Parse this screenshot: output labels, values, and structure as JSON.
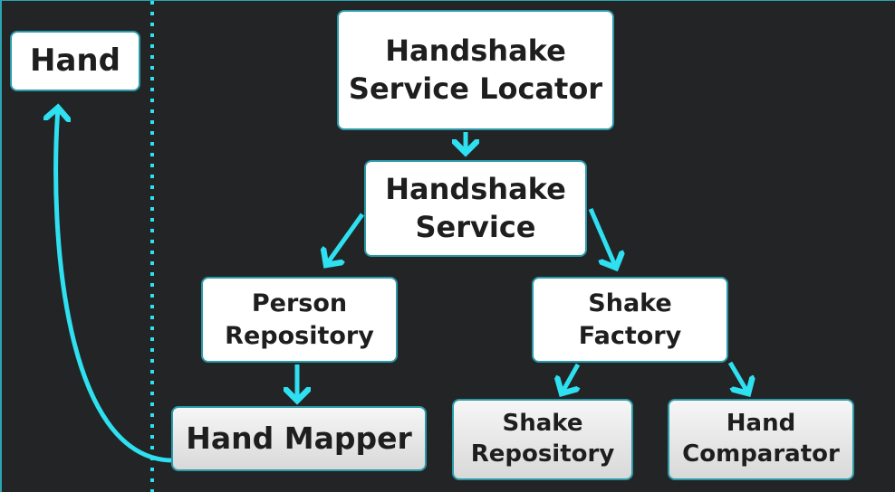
{
  "nodes": {
    "hand": "Hand",
    "locator": [
      "Handshake",
      "Service Locator"
    ],
    "service": [
      "Handshake",
      "Service"
    ],
    "person_repo": [
      "Person",
      "Repository"
    ],
    "shake_factory": [
      "Shake",
      "Factory"
    ],
    "hand_mapper": "Hand Mapper",
    "shake_repo": [
      "Shake",
      "Repository"
    ],
    "hand_comparator": [
      "Hand",
      "Comparator"
    ]
  },
  "colors": {
    "accent": "#2ee0f0",
    "background": "#222426",
    "border": "#2a9aa8"
  }
}
